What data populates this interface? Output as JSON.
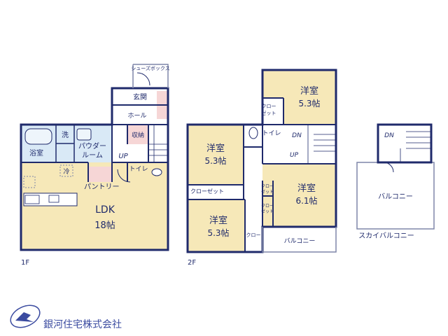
{
  "colors": {
    "wall": "#1f2a6b",
    "room": "#f6e8b8",
    "wet": "#d9e9f6",
    "pink": "#f6d6d6",
    "outdoor": "#ffffff",
    "thin": "#7f86a8",
    "logo": "#3b4ba0"
  },
  "floor1": {
    "label": "1F",
    "ldk_name": "LDK",
    "ldk_size": "18帖",
    "bath": "浴室",
    "wash_mark": "洗",
    "powder": "パウダー",
    "powder2": "ルーム",
    "pantry": "パントリー",
    "fridge": "冷",
    "entrance": "玄関",
    "hall": "ホール",
    "storage": "収納",
    "toilet": "トイレ",
    "up": "UP",
    "shoe_box": "シューズボックス"
  },
  "floor2": {
    "label": "2F",
    "room_name": "洋室",
    "room_a_size": "5.3帖",
    "room_b_size": "5.3帖",
    "room_c_size": "6.1帖",
    "room_d_size": "5.3帖",
    "closet": "クローゼット",
    "closet_short": "クロー",
    "closet_short2": "ゼット",
    "toilet": "トイレ",
    "dn": "DN",
    "up": "UP",
    "balcony": "バルコニー"
  },
  "floor3": {
    "dn": "DN",
    "balcony": "バルコニー",
    "label": "スカイバルコニー"
  },
  "logo": {
    "company": "銀河住宅株式会社"
  }
}
